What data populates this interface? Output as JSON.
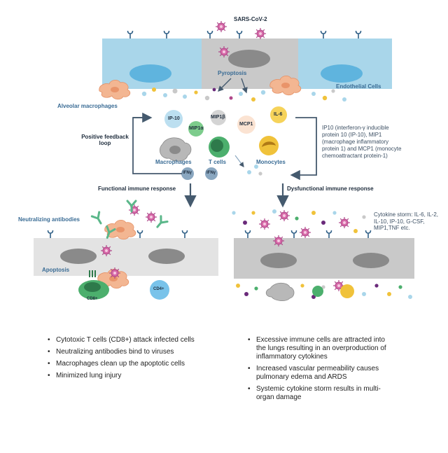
{
  "labels": {
    "virus": "SARS-CoV-2",
    "pyroptosis": "Pyroptosis",
    "endothelial_cells": "Endothelial Cells",
    "alveolar_macrophages": "Alveolar macrophages",
    "positive_feedback_loop": "Positive feedback loop",
    "cytokine_ip10": "IP-10",
    "cytokine_mip1b": "MIP1β",
    "cytokine_mip1a": "MIP1α",
    "cytokine_mcp1": "MCP1",
    "cytokine_il6": "IL-6",
    "macrophages": "Macrophages",
    "t_cells": "T cells",
    "monocytes": "Monocytes",
    "ifn_1": "IFNγ",
    "ifn_2": "IFNγ",
    "ip10_note": "IP10 (interferon-γ inducible protein 10 (IP-10), MIP1 (macrophage inflammatory protein 1) and MCP1 (monocyte chemoattractant protein-1)",
    "functional": "Functional immune response",
    "dysfunctional": "Dysfunctional immune response",
    "neutralizing_antibodies": "Neutralizing antibodies",
    "apoptosis": "Apoptosis",
    "cd8": "CD8+",
    "cd4": "CD4+",
    "cytokine_storm": "Cytokine storm: IL-6, IL-2, IL-10, IP-10, G-CSF, MIP1,TNF etc."
  },
  "left_bullets": [
    "Cytotoxic T cells (CD8+) attack infected cells",
    "Neutralizing antibodies bind to viruses",
    "Macrophages clean up the apoptotic cells",
    "Minimized lung injury"
  ],
  "right_bullets": [
    "Excessive immune cells are attracted into the lungs resulting in an overproduction of inflammatory cytokines",
    "Increased vascular permeability causes pulmonary edema and ARDS",
    "Systemic cytokine storm results in multi-organ damage"
  ],
  "colors": {
    "epithelial_blue": "#a9d6ea",
    "nucleus_blue": "#5fb4de",
    "infected_gray": "#c9c9c9",
    "nucleus_gray": "#8a8a8a",
    "virus_pink": "#d76aa8",
    "macrophage_orange": "#f3b692",
    "arrow_slate": "#455a6e",
    "tcell_green": "#4caf6d",
    "monocyte_yellow": "#f0c23a",
    "antibody_green": "#5bb78a"
  },
  "icons": [
    "virus-icon",
    "receptor-icon",
    "antibody-icon",
    "macrophage-icon",
    "t-cell-icon",
    "monocyte-icon"
  ]
}
